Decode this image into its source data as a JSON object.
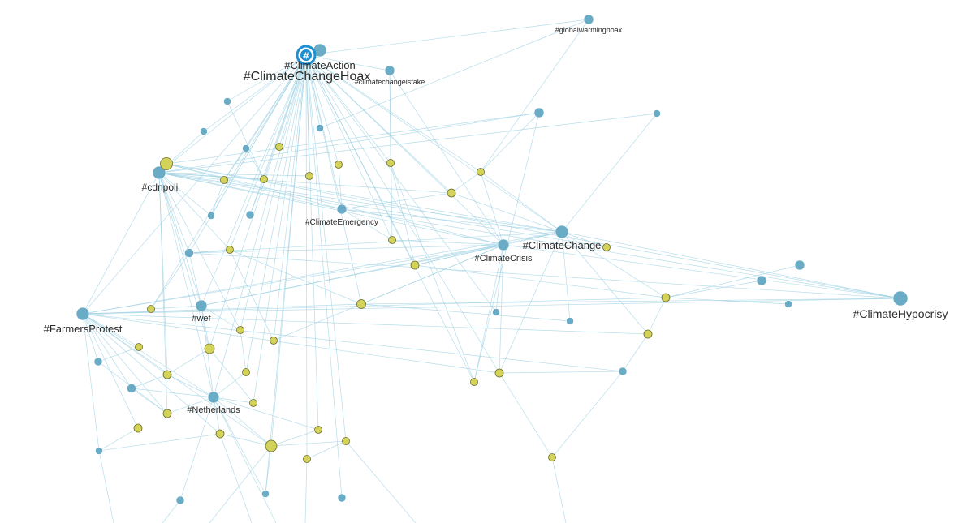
{
  "colors": {
    "hashtag_node": "#6aabc5",
    "user_node": "#d3d35a",
    "edge": "#9fd1e3",
    "badge": "#1d8fcf"
  },
  "badge": {
    "icon": "hashtag-icon",
    "glyph": "#"
  },
  "labels": {
    "climate_action": "#ClimateAction",
    "climate_change_hoax": "#ClimateChangeHoax",
    "climate_change_is_fake": "#climatechangeisfake",
    "global_warming_hoax": "#globalwarminghoax",
    "cdnpoli": "#cdnpoli",
    "climate_emergency": "#ClimateEmergency",
    "climate_change": "#ClimateChange",
    "climate_crisis": "#ClimateCrisis",
    "climate_hypocrisy": "#ClimateHypocrisy",
    "farmers_protest": "#FarmersProtest",
    "wef": "#wef",
    "netherlands": "#Netherlands"
  }
}
